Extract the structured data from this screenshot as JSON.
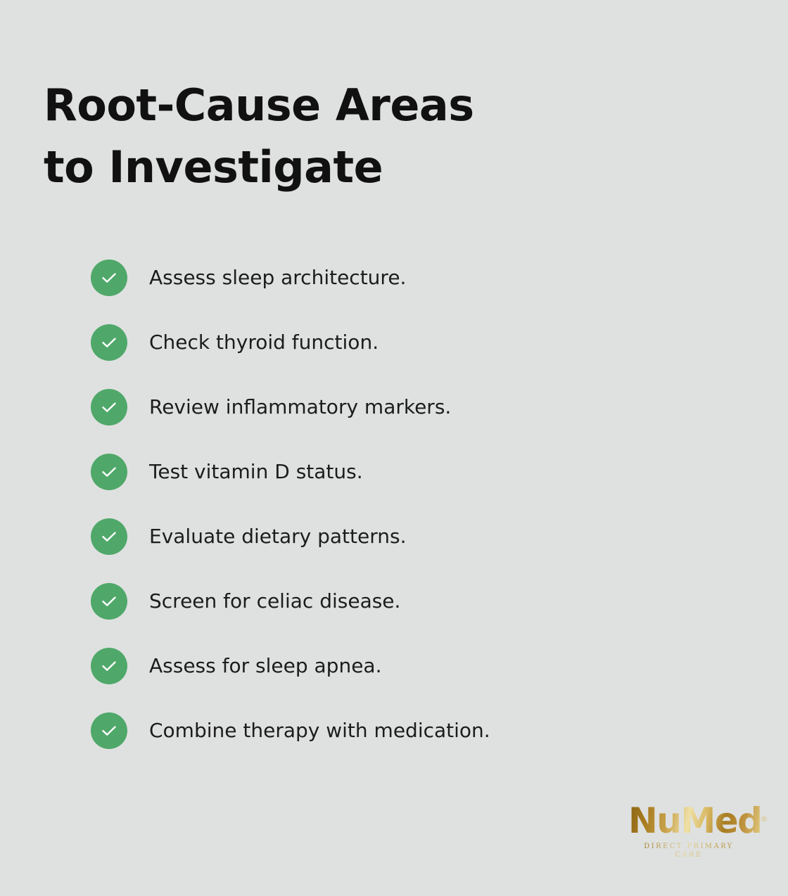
{
  "slide": {
    "background_color": "#dfe1e0",
    "title": "Root-Cause Areas to Investigate"
  },
  "checklist": {
    "bullet_icon": "check-circle-icon",
    "bullet_color": "#4fa869",
    "bullet_check_color": "#ffffff",
    "items": [
      {
        "label": "Assess sleep architecture."
      },
      {
        "label": "Check thyroid function."
      },
      {
        "label": "Review inflammatory markers."
      },
      {
        "label": "Test vitamin D status."
      },
      {
        "label": "Evaluate dietary patterns."
      },
      {
        "label": "Screen for celiac disease."
      },
      {
        "label": "Assess for sleep apnea."
      },
      {
        "label": "Combine therapy with medication."
      }
    ]
  },
  "logo": {
    "wordmark": "NuMed",
    "registered_mark": "®",
    "tagline": "DIRECT PRIMARY CARE",
    "gradient_from": "#8a6415",
    "gradient_to": "#e3cd84"
  }
}
